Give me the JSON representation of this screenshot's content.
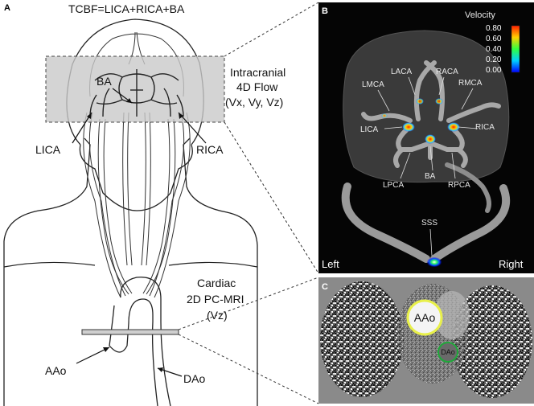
{
  "panel_a": {
    "letter": "A",
    "formula": "TCBF=LICA+RICA+BA",
    "box_line1": "Intracranial",
    "box_line2": "4D Flow",
    "box_line3": "(Vx, Vy, Vz)",
    "ba": "BA",
    "lica": "LICA",
    "rica": "RICA",
    "cardiac_line1": "Cardiac",
    "cardiac_line2": "2D PC-MRI",
    "cardiac_line3": "(Vz)",
    "aao": "AAo",
    "dao": "DAo"
  },
  "panel_b": {
    "letter": "B",
    "velocity_title": "Velocity",
    "velocity_ticks": [
      "0.80",
      "0.60",
      "0.40",
      "0.20",
      "0.00"
    ],
    "colorbar_colors": [
      "#ff2000",
      "#ffd000",
      "#30ff40",
      "#00d0ff",
      "#0000ff"
    ],
    "labels": {
      "laca": "LACA",
      "raca": "RACA",
      "lmca": "LMCA",
      "rmca": "RMCA",
      "lica": "LICA",
      "rica": "RICA",
      "lpca": "LPCA",
      "ba": "BA",
      "rpca": "RPCA",
      "sss": "SSS"
    },
    "left": "Left",
    "right": "Right"
  },
  "panel_c": {
    "letter": "C",
    "aao": "AAo",
    "dao": "DAo"
  }
}
